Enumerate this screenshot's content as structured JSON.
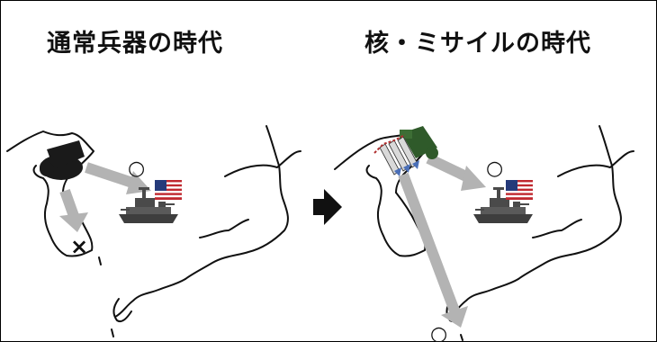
{
  "panels": {
    "left": {
      "title": "通常兵器の時代",
      "ship_mark": "○",
      "korea_mark": "×",
      "flag": "us-flag"
    },
    "right": {
      "title": "核・ミサイルの時代",
      "ship_mark": "○",
      "japan_mark": "○",
      "flag": "us-flag"
    }
  },
  "transition_arrow": "right-arrow",
  "colors": {
    "arrow_gray": "#b3b3b3",
    "cannon": "#1a1a1a",
    "launcher": "#2f5a2a",
    "missile_body": "#4a6fb8",
    "ship": "#4a4a4a",
    "flag_red": "#c0282f",
    "flag_blue": "#253a7a"
  }
}
